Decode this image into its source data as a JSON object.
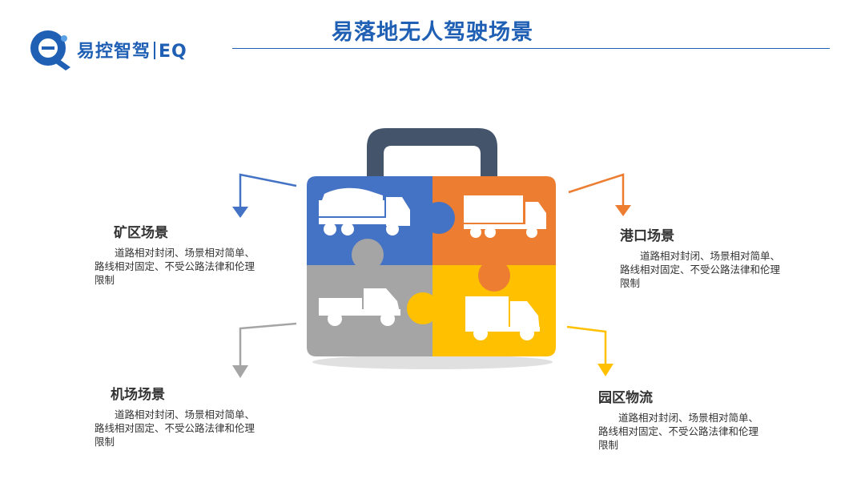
{
  "logo": {
    "icon": "eq-logo-icon",
    "name": "易控智驾",
    "suffix": "EQ",
    "color": "#1f5fb4"
  },
  "title": "易落地无人驾驶场景",
  "colors": {
    "blue": "#4472c4",
    "orange": "#ed7d31",
    "gray": "#a5a5a5",
    "yellow": "#ffc000",
    "handle": "#44546a"
  },
  "scenes": [
    {
      "name": "矿区场景",
      "desc": "道路相对封闭、场景相对简单、路线相对固定、不受公路法律和伦理限制",
      "icon": "dump-truck-icon",
      "color": "#4472c4"
    },
    {
      "name": "港口场景",
      "desc": "道路相对封闭、场景相对简单、路线相对固定、不受公路法律和伦理限制",
      "icon": "container-truck-icon",
      "color": "#ed7d31"
    },
    {
      "name": "机场场景",
      "desc": "道路相对封闭、场景相对简单、路线相对固定、不受公路法律和伦理限制",
      "icon": "pickup-truck-icon",
      "color": "#a5a5a5"
    },
    {
      "name": "园区物流",
      "desc": "道路相对封闭、场景相对简单、路线相对固定、不受公路法律和伦理限制",
      "icon": "box-truck-icon",
      "color": "#ffc000"
    }
  ]
}
